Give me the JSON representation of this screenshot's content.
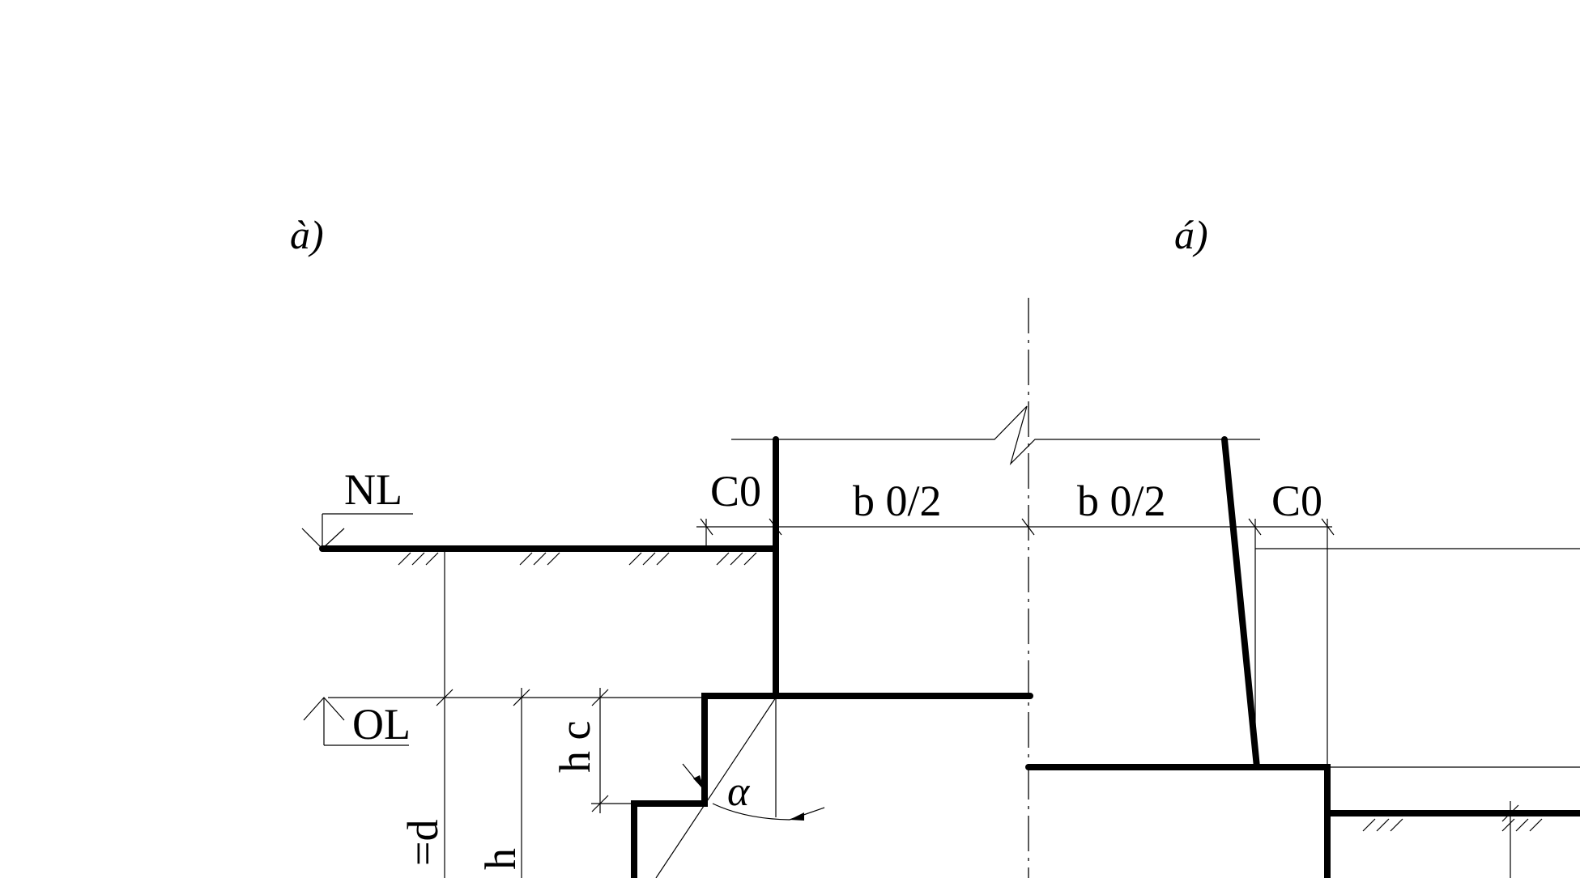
{
  "panels": {
    "a": {
      "label": "à)"
    },
    "b": {
      "label": "á)"
    }
  },
  "levels": {
    "natural_level": "NL",
    "foundation_level": "OL"
  },
  "dimensions": {
    "c0_left": "C0",
    "b0_half_left": "b 0/2",
    "b0_half_right": "b 0/2",
    "c0_right": "C0",
    "hc": "h c",
    "h": "h",
    "d": "=d"
  },
  "angle": "α",
  "colors": {
    "line": "#000000",
    "background": "#ffffff"
  }
}
